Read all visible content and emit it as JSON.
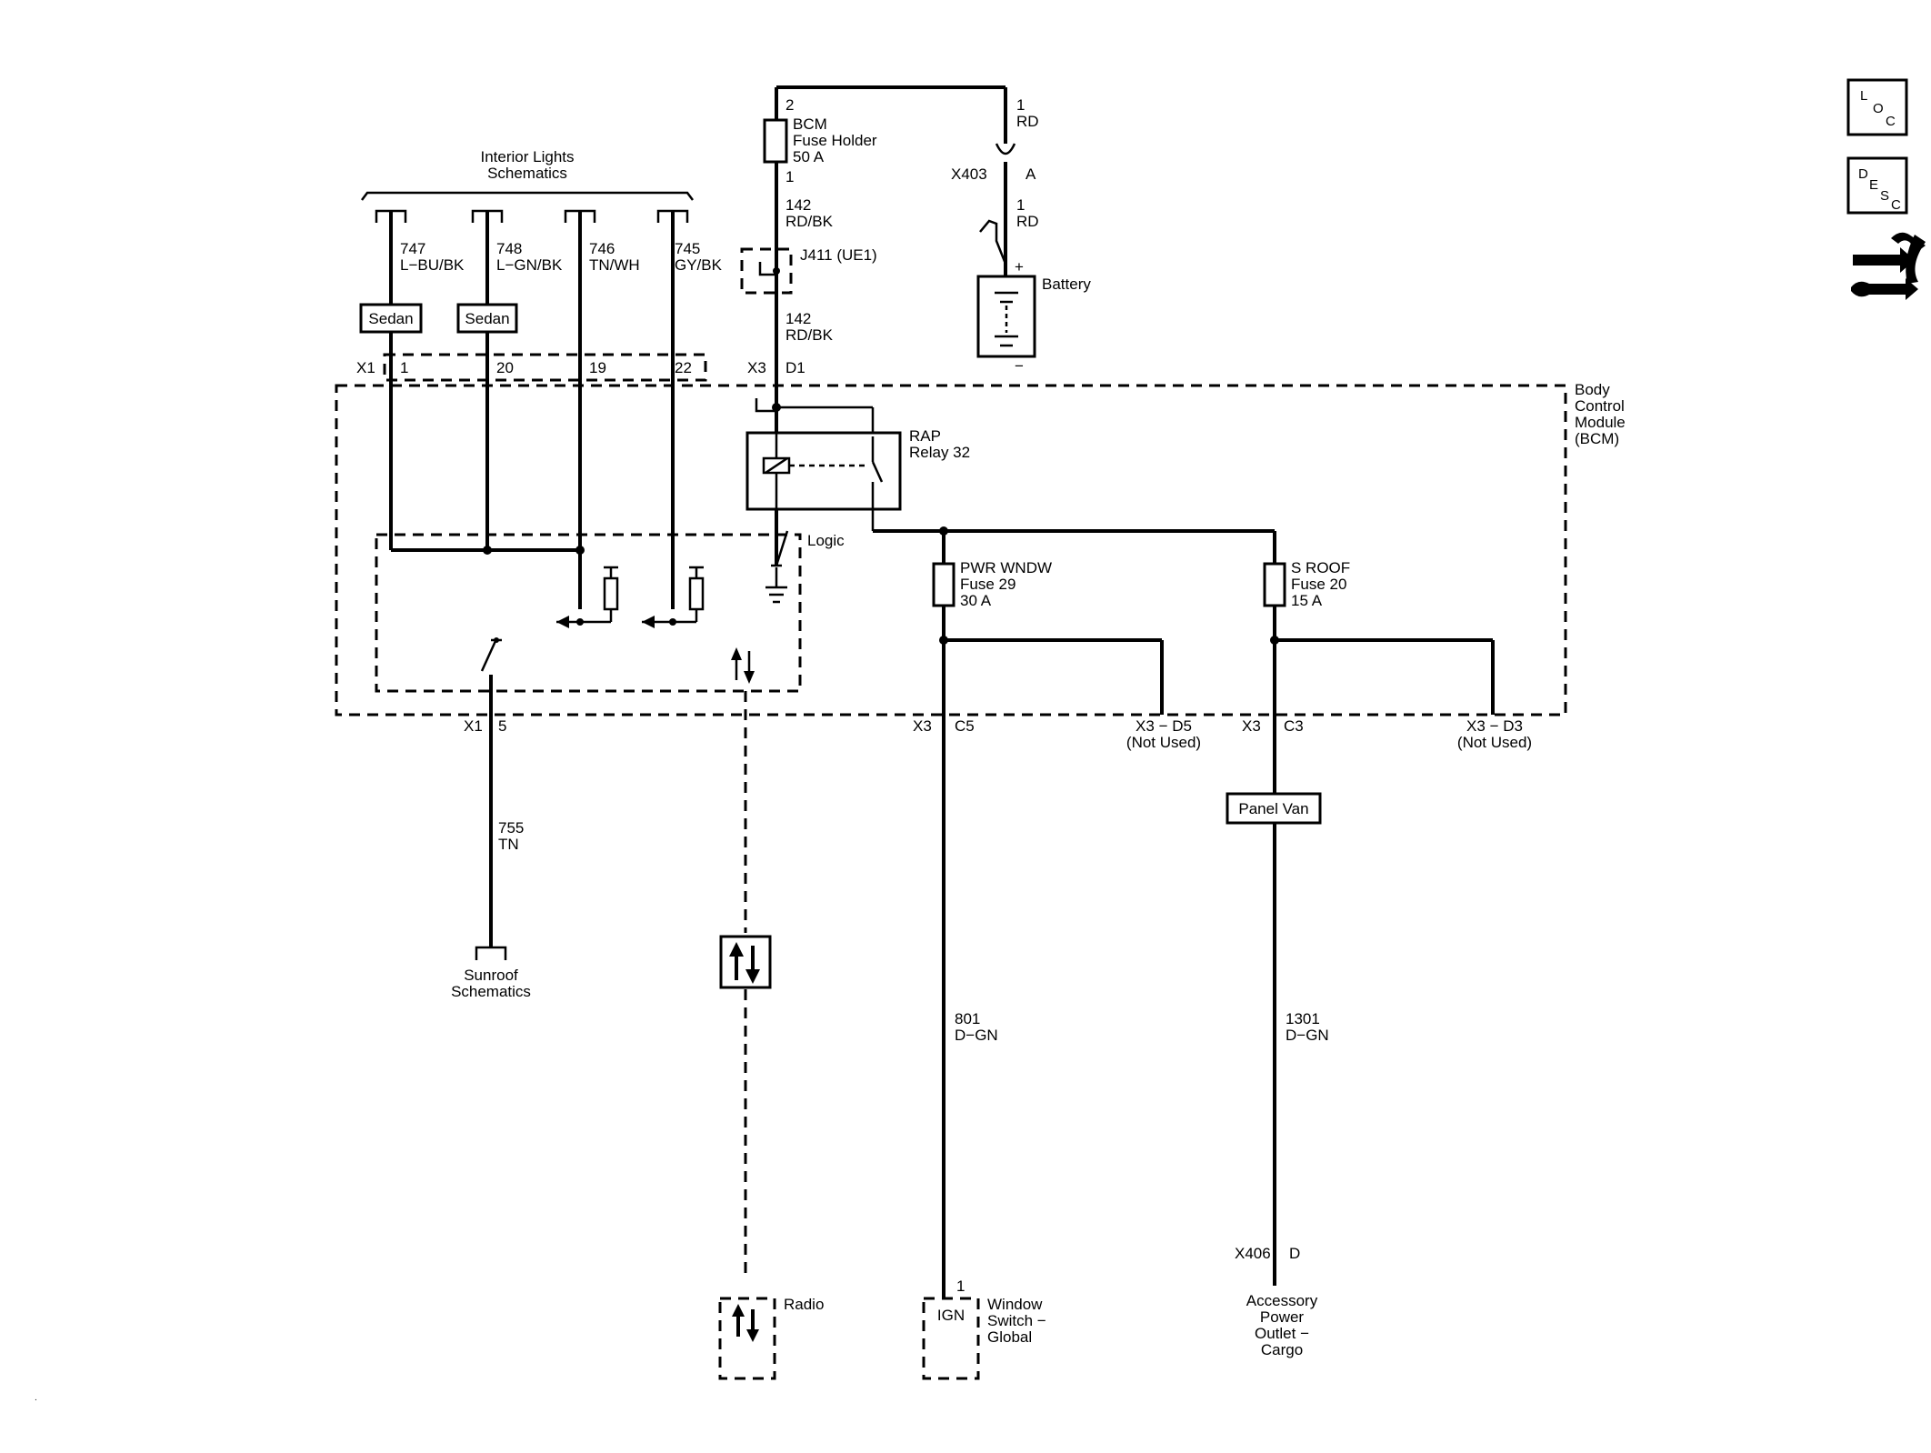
{
  "interior": {
    "title_line1": "Interior Lights",
    "title_line2": "Schematics",
    "wires": [
      {
        "circuit": "747",
        "color": "L−BU/BK",
        "pin": "1",
        "option": "Sedan"
      },
      {
        "circuit": "748",
        "color": "L−GN/BK",
        "pin": "20",
        "option": "Sedan"
      },
      {
        "circuit": "746",
        "color": "TN/WH",
        "pin": "19",
        "option": ""
      },
      {
        "circuit": "745",
        "color": "GY/BK",
        "pin": "22",
        "option": ""
      }
    ],
    "connector": "X1"
  },
  "fuse_holder": {
    "pin_top": "2",
    "name1": "BCM",
    "name2": "Fuse Holder",
    "rating": "50 A",
    "pin_bottom": "1"
  },
  "feed": {
    "circuit_a": "142",
    "color_a": "RD/BK",
    "splice": "J411 (UE1)",
    "circuit_b": "142",
    "color_b": "RD/BK",
    "connector": "X3",
    "pin": "D1"
  },
  "battery_side": {
    "pin_top": "1",
    "color_top": "RD",
    "connector": "X403",
    "connector_pin": "A",
    "pin2": "1",
    "color2": "RD",
    "battery": "Battery",
    "plus": "+",
    "minus": "−"
  },
  "bcm": {
    "line1": "Body",
    "line2": "Control",
    "line3": "Module",
    "line4": "(BCM)",
    "relay1": "RAP",
    "relay2": "Relay 32",
    "logic": "Logic"
  },
  "fuse29": {
    "name": "PWR WNDW",
    "fuse": "Fuse 29",
    "rating": "30 A"
  },
  "fuse20": {
    "name": "S ROOF",
    "fuse": "Fuse 20",
    "rating": "15 A"
  },
  "outputs": {
    "sunroof_conn": "X1",
    "sunroof_pin": "5",
    "sunroof_circuit": "755",
    "sunroof_color": "TN",
    "sunroof_label1": "Sunroof",
    "sunroof_label2": "Schematics",
    "c5_conn": "X3",
    "c5_pin": "C5",
    "d5_label": "X3 − D5",
    "d5_note": "(Not Used)",
    "c3_conn": "X3",
    "c3_pin": "C3",
    "d3_label": "X3 − D3",
    "d3_note": "(Not Used)",
    "panel_van": "Panel Van",
    "window_circuit": "801",
    "window_color": "D−GN",
    "outlet_circuit": "1301",
    "outlet_color": "D−GN",
    "x406": "X406",
    "x406_pin": "D",
    "window_pin": "1",
    "ign": "IGN",
    "window1": "Window",
    "window2": "Switch −",
    "window3": "Global",
    "radio": "Radio",
    "outlet1": "Accessory",
    "outlet2": "Power",
    "outlet3": "Outlet −",
    "outlet4": "Cargo"
  },
  "nav": {
    "loc": [
      "L",
      "O",
      "C"
    ],
    "desc": [
      "D",
      "E",
      "S",
      "C"
    ],
    "nav_icon": "navigation-arrows-icon"
  }
}
